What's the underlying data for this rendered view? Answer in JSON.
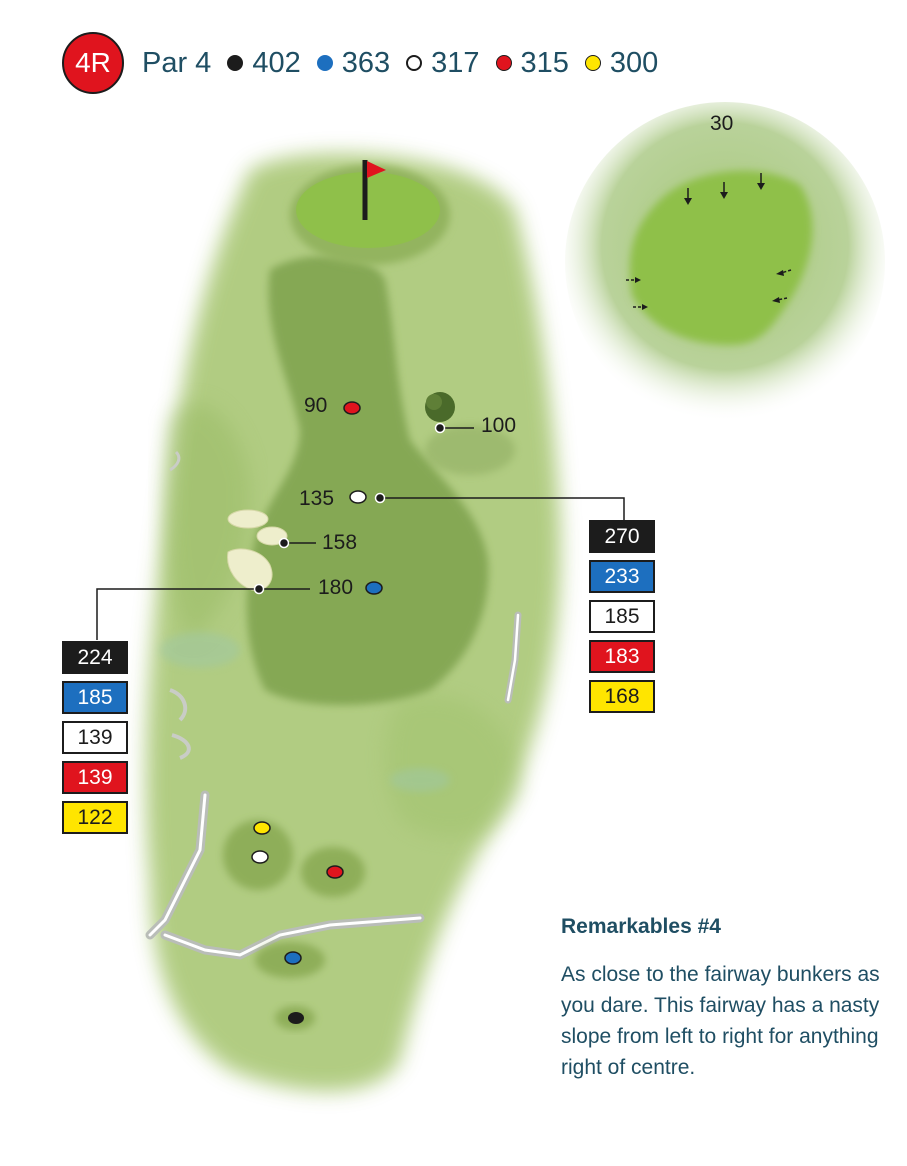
{
  "header": {
    "hole": "4R",
    "par": "Par 4",
    "tees": [
      {
        "color": "#1c1c1c",
        "yards": "402"
      },
      {
        "color": "#1d6fbf",
        "yards": "363"
      },
      {
        "color": "#ffffff",
        "yards": "317"
      },
      {
        "color": "#e0141e",
        "yards": "315"
      },
      {
        "color": "#ffe500",
        "yards": "300"
      }
    ]
  },
  "green_detail": {
    "label": "30"
  },
  "markers": {
    "m90": "90",
    "m100": "100",
    "m135": "135",
    "m158": "158",
    "m180": "180"
  },
  "yardage_right": [
    "270",
    "233",
    "185",
    "183",
    "168"
  ],
  "yardage_left": [
    "224",
    "185",
    "139",
    "139",
    "122"
  ],
  "info": {
    "title": "Remarkables #4",
    "text": "As close to the fairway bunkers as you dare. This fairway has a nasty slope from left to right for anything right of centre."
  },
  "colors": {
    "black": "#1c1c1c",
    "blue": "#1d6fbf",
    "white": "#ffffff",
    "red": "#e0141e",
    "yellow": "#ffe500",
    "rough": "#a9c774",
    "fairway": "#7ea24e",
    "green": "#8fc04a"
  }
}
